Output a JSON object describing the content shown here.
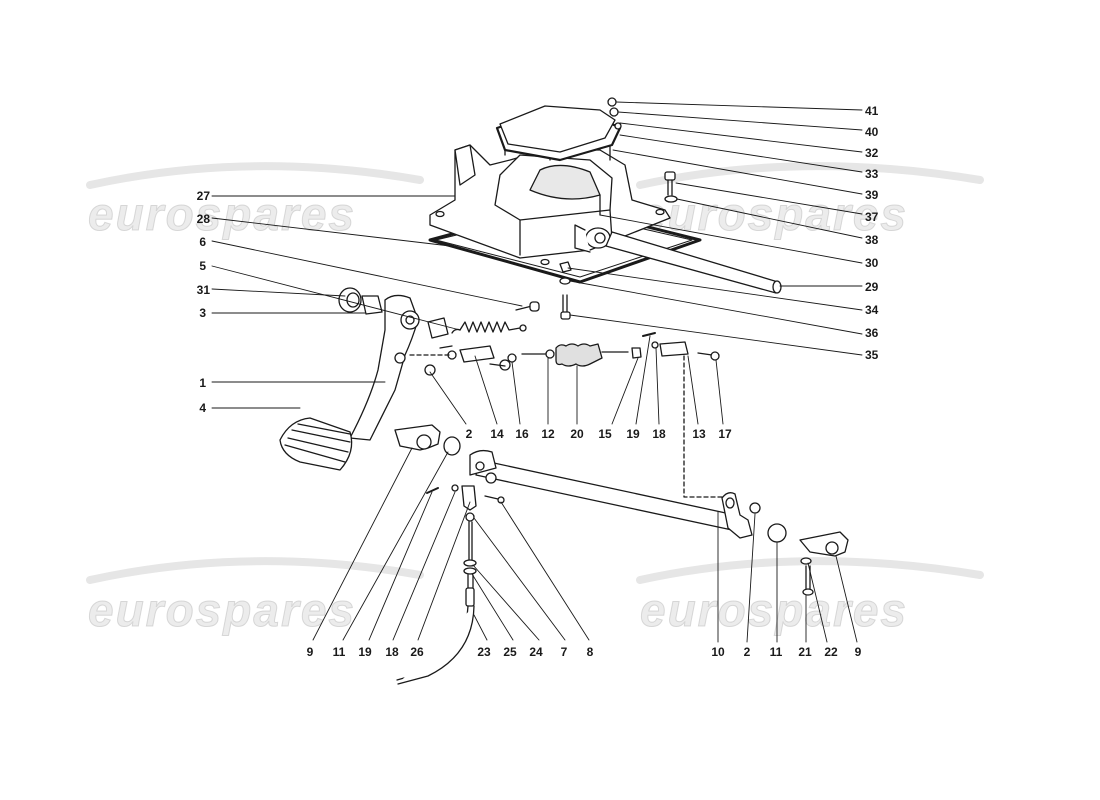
{
  "diagram": {
    "title": "Clutch / pedal control assembly exploded view",
    "watermarks": [
      "eurospares",
      "eurospares",
      "eurospares",
      "eurospares"
    ],
    "callouts_right": [
      "41",
      "40",
      "32",
      "33",
      "39",
      "37",
      "38",
      "30",
      "29",
      "34",
      "36",
      "35"
    ],
    "callouts_left": [
      "27",
      "28",
      "6",
      "5",
      "31",
      "3",
      "1",
      "4"
    ],
    "callouts_mid_row": [
      "2",
      "14",
      "16",
      "12",
      "20",
      "15",
      "19",
      "18",
      "13",
      "17"
    ],
    "callouts_bottom_left": [
      "9",
      "11",
      "19",
      "18",
      "26",
      "23",
      "25",
      "24",
      "7",
      "8"
    ],
    "callouts_bottom_right": [
      "10",
      "2",
      "11",
      "21",
      "22",
      "9"
    ]
  },
  "colors": {
    "line": "#1a1a1a",
    "fill": "#ffffff",
    "shade": "#d8d8d8",
    "watermark": "#c8c8c8"
  }
}
